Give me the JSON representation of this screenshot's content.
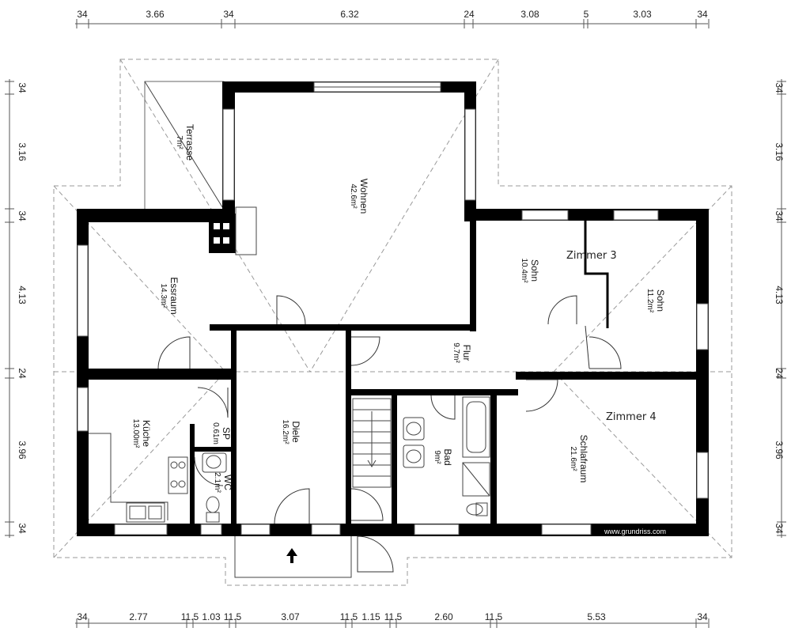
{
  "dimensions": {
    "top": [
      "34",
      "3.66",
      "34",
      "6.32",
      "24",
      "3.08",
      "5",
      "3.03",
      "34"
    ],
    "bottom": [
      "34",
      "2.77",
      "11.5",
      "1.03",
      "11.5",
      "3.07",
      "11.5",
      "1.15",
      "11.5",
      "2.60",
      "11.5",
      "5.53",
      "34"
    ],
    "left": [
      "34",
      "3.16",
      "34",
      "4.13",
      "24",
      "3.96",
      "34"
    ],
    "right": [
      "34",
      "3.16",
      "34",
      "4.13",
      "24",
      "3.96",
      "34"
    ]
  },
  "rooms": {
    "terrasse": {
      "name": "Terrasse",
      "area": "7m²"
    },
    "wohnen": {
      "name": "Wohnen",
      "area": "42.6m²"
    },
    "essraum": {
      "name": "Essraum",
      "area": "14.3m²"
    },
    "sohn1": {
      "name": "Sohn",
      "area": "10.4m²"
    },
    "sohn2": {
      "name": "Sohn",
      "area": "11.2m²"
    },
    "flur": {
      "name": "Flur",
      "area": "9.7m²"
    },
    "kueche": {
      "name": "Küche",
      "area": "13.00m²"
    },
    "sp": {
      "name": "SP",
      "area": "0.61m"
    },
    "wc": {
      "name": "WC",
      "area": "2.1m²"
    },
    "diele": {
      "name": "Diele",
      "area": "16.2m²"
    },
    "bad": {
      "name": "Bad",
      "area": "9m²"
    },
    "schlafraum": {
      "name": "Schlafraum",
      "area": "21.6m²"
    }
  },
  "annotations": {
    "zimmer3": "Zimmer 3",
    "zimmer4": "Zimmer 4"
  },
  "watermark": "www.grundriss.com",
  "entrance_arrow_icon": "up-arrow-icon"
}
